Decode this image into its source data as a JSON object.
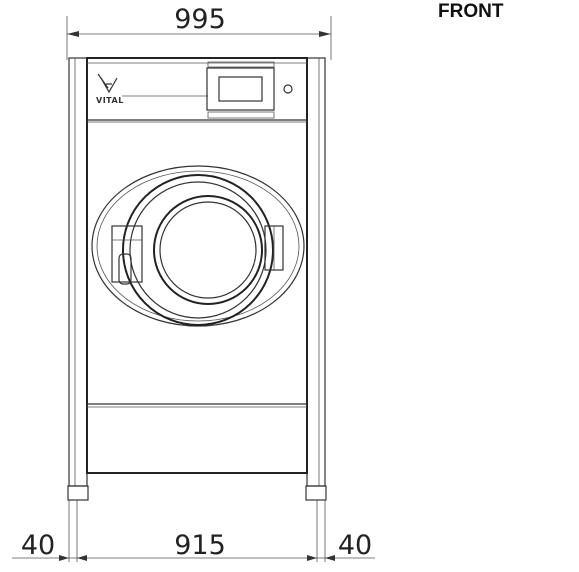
{
  "view_label": "FRONT",
  "brand": {
    "name": "VITAL"
  },
  "dimensions": {
    "overall_width": "995",
    "left_leg": "40",
    "inner_width": "915",
    "right_leg": "40"
  },
  "colors": {
    "line": "#333333",
    "background": "#ffffff"
  }
}
